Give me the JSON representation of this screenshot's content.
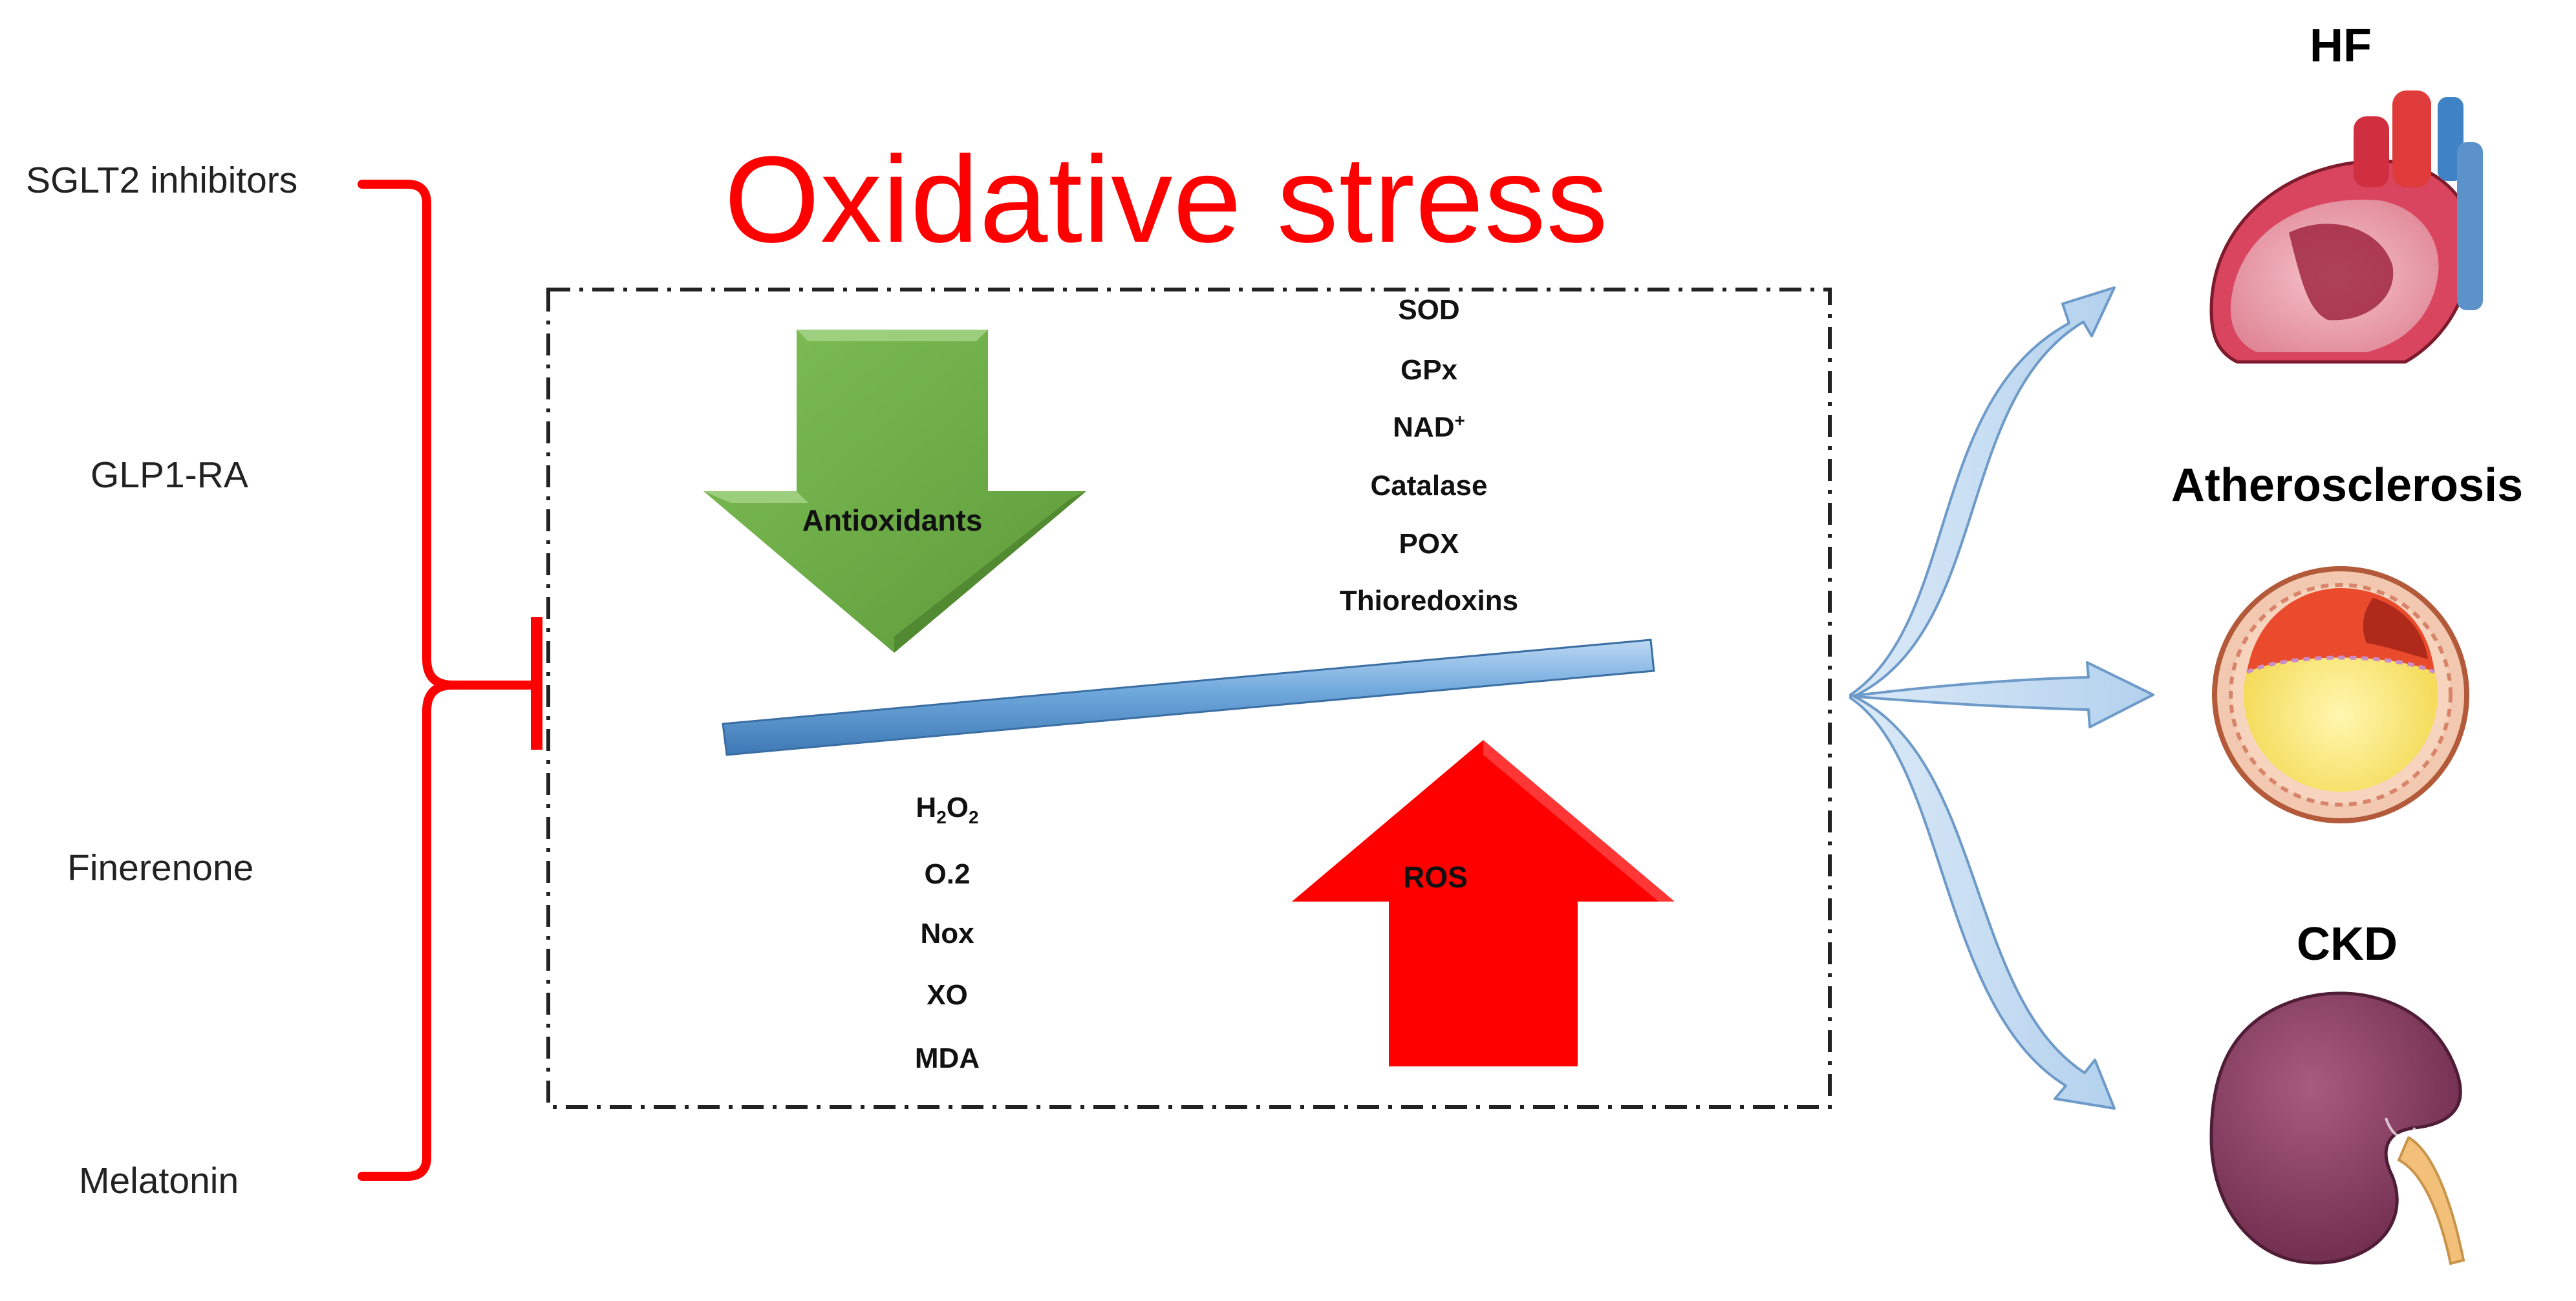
{
  "title": "Oxidative stress",
  "drugs": [
    "SGLT2 inhibitors",
    "GLP1-RA",
    "Finerenone",
    "Melatonin"
  ],
  "antioxidants": {
    "label": "Antioxidants",
    "markers": [
      "SOD",
      "GPx",
      "NAD",
      "Catalase",
      "POX",
      "Thioredoxins"
    ],
    "nad_superscript": "+"
  },
  "ros": {
    "label": "ROS",
    "h2o2": {
      "h": "H",
      "sub1": "2",
      "o": "O",
      "sub2": "2"
    },
    "markers": [
      "O.2",
      "Nox",
      "XO",
      "MDA"
    ]
  },
  "outcomes": {
    "hf": "HF",
    "atherosclerosis": "Atherosclerosis",
    "ckd": "CKD"
  },
  "colors": {
    "inhibition": "#ff0000",
    "title": "#ff0000",
    "antioxidant_arrow": "#70ad47",
    "ros_arrow": "#ff0000",
    "balance_beam": "#6fa8dc",
    "outcome_arrow": "#bdd7ee"
  },
  "icons": {
    "hf": "heart-icon",
    "atherosclerosis": "artery-plaque-icon",
    "ckd": "kidney-icon"
  }
}
